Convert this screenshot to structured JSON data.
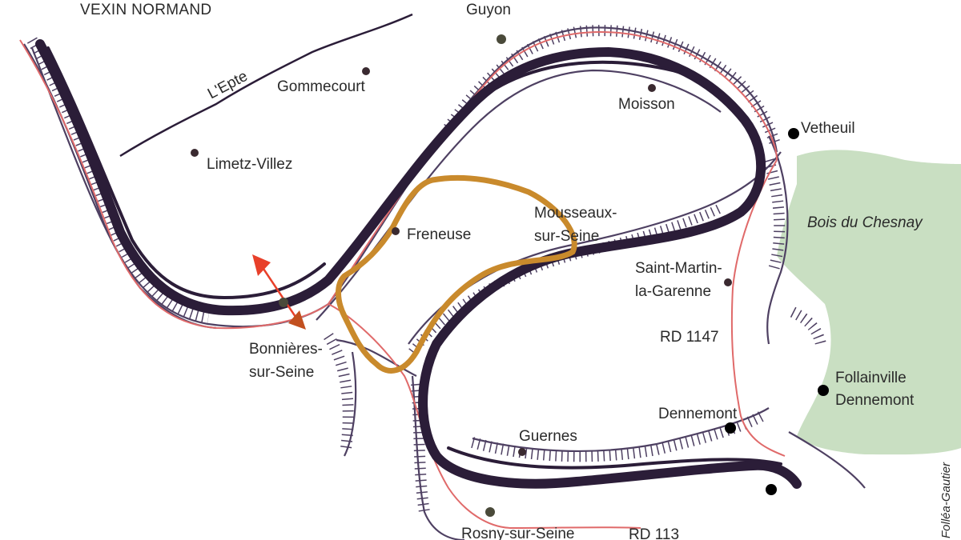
{
  "region_label": "VEXIN NORMAND",
  "places": {
    "guyon": "Guyon",
    "gommecourt": "Gommecourt",
    "limetz_villez": "Limetz-Villez",
    "moisson": "Moisson",
    "vetheuil": "Vetheuil",
    "freneuse": "Freneuse",
    "mousseaux_line1": "Mousseaux-",
    "mousseaux_line2": "sur-Seine",
    "saint_martin_line1": "Saint-Martin-",
    "saint_martin_line2": "la-Garenne",
    "bonnieres_line1": "Bonnières-",
    "bonnieres_line2": "sur-Seine",
    "guernes": "Guernes",
    "dennemont": "Dennemont",
    "follainville_line1": "Follainville",
    "follainville_line2": "Dennemont",
    "rosny": "Rosny-sur-Seine"
  },
  "river_label": "L'Epte",
  "forest_label": "Bois du Chesnay",
  "roads": {
    "rd1147": "RD 1147",
    "rd113": "RD 113"
  },
  "credit": "Folléa-Gautier",
  "colors": {
    "seine": "#2b1d38",
    "valley_edge": "#4e4062",
    "road": "#e06a6a",
    "route_loop": "#c98a2c",
    "forest": "#c9dfc2",
    "arrow": "#e8402a"
  },
  "icons": {
    "town_marker": "filled-circle",
    "village_marker": "small-dot",
    "access_arrow": "red-double-arrow"
  }
}
